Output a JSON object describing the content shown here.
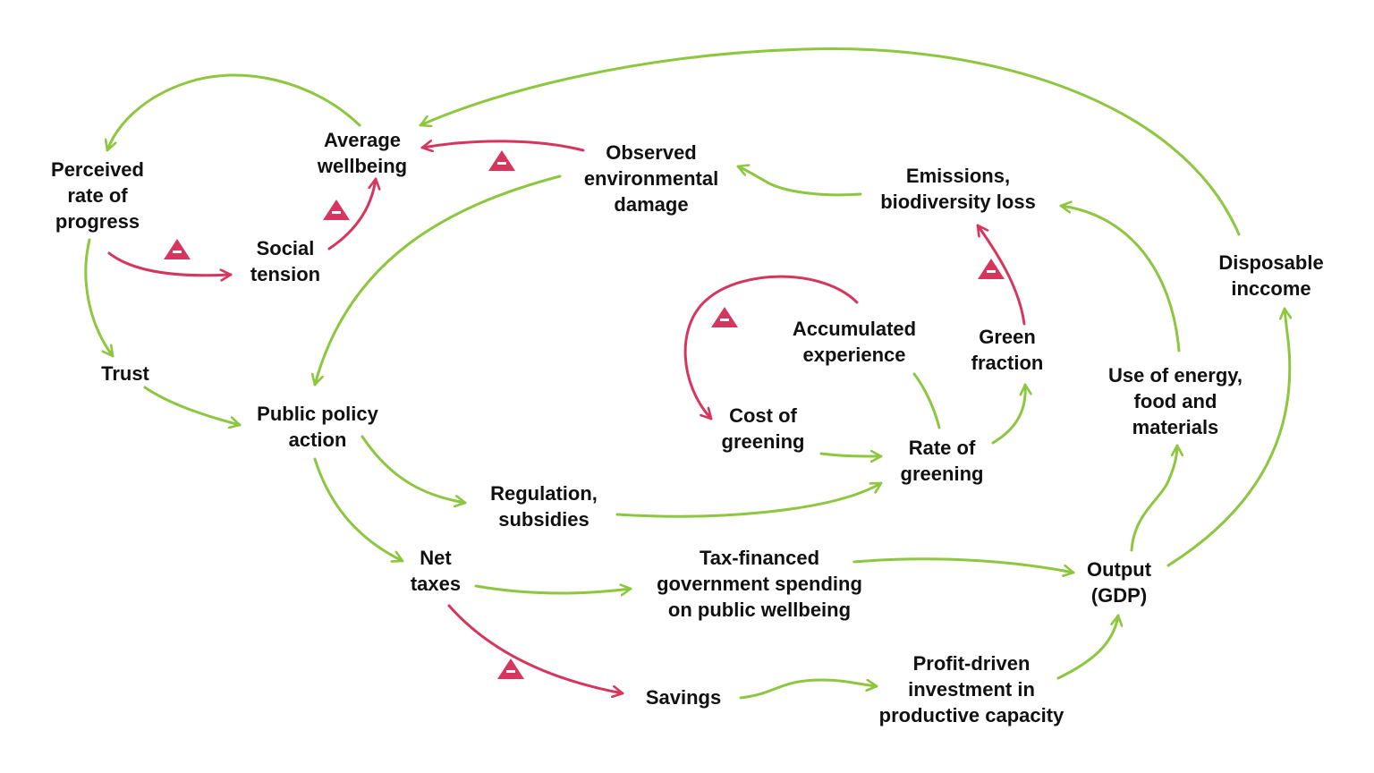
{
  "colors": {
    "positive_link": "#8dc63f",
    "negative_link": "#d6365e",
    "text": "#111111"
  },
  "nodes": {
    "perceived_progress": [
      "Perceived",
      "rate of",
      "progress"
    ],
    "average_wellbeing": [
      "Average",
      "wellbeing"
    ],
    "social_tension": [
      "Social",
      "tension"
    ],
    "observed_damage": [
      "Observed",
      "environmental",
      "damage"
    ],
    "emissions": [
      "Emissions,",
      "biodiversity loss"
    ],
    "disposable_income": [
      "Disposable",
      "inccome"
    ],
    "trust": [
      "Trust"
    ],
    "public_policy": [
      "Public policy",
      "action"
    ],
    "accumulated_experience": [
      "Accumulated",
      "experience"
    ],
    "green_fraction": [
      "Green",
      "fraction"
    ],
    "use_of_energy": [
      "Use of energy,",
      "food and",
      "materials"
    ],
    "cost_of_greening": [
      "Cost of",
      "greening"
    ],
    "rate_of_greening": [
      "Rate of",
      "greening"
    ],
    "regulation": [
      "Regulation,",
      "subsidies"
    ],
    "net_taxes": [
      "Net",
      "taxes"
    ],
    "tax_financed": [
      "Tax-financed",
      "government spending",
      "on public wellbeing"
    ],
    "output": [
      "Output",
      "(GDP)"
    ],
    "savings": [
      "Savings"
    ],
    "investment": [
      "Profit-driven",
      "investment in",
      "productive capacity"
    ]
  },
  "negative_marker_symbol": "−",
  "links": [
    {
      "from": "average_wellbeing",
      "to": "perceived_progress",
      "polarity": "positive"
    },
    {
      "from": "perceived_progress",
      "to": "social_tension",
      "polarity": "negative"
    },
    {
      "from": "social_tension",
      "to": "average_wellbeing",
      "polarity": "negative"
    },
    {
      "from": "observed_damage",
      "to": "average_wellbeing",
      "polarity": "negative"
    },
    {
      "from": "disposable_income",
      "to": "average_wellbeing",
      "polarity": "positive"
    },
    {
      "from": "emissions",
      "to": "observed_damage",
      "polarity": "positive"
    },
    {
      "from": "observed_damage",
      "to": "public_policy",
      "polarity": "positive"
    },
    {
      "from": "perceived_progress",
      "to": "trust",
      "polarity": "positive"
    },
    {
      "from": "trust",
      "to": "public_policy",
      "polarity": "positive"
    },
    {
      "from": "public_policy",
      "to": "regulation",
      "polarity": "positive"
    },
    {
      "from": "regulation",
      "to": "rate_of_greening",
      "polarity": "positive"
    },
    {
      "from": "public_policy",
      "to": "net_taxes",
      "polarity": "positive"
    },
    {
      "from": "accumulated_experience",
      "to": "cost_of_greening",
      "polarity": "negative"
    },
    {
      "from": "cost_of_greening",
      "to": "rate_of_greening",
      "polarity": "positive"
    },
    {
      "from": "rate_of_greening",
      "to": "accumulated_experience",
      "polarity": "positive"
    },
    {
      "from": "rate_of_greening",
      "to": "green_fraction",
      "polarity": "positive"
    },
    {
      "from": "green_fraction",
      "to": "emissions",
      "polarity": "negative"
    },
    {
      "from": "use_of_energy",
      "to": "emissions",
      "polarity": "positive"
    },
    {
      "from": "output",
      "to": "use_of_energy",
      "polarity": "positive"
    },
    {
      "from": "output",
      "to": "disposable_income",
      "polarity": "positive"
    },
    {
      "from": "net_taxes",
      "to": "tax_financed",
      "polarity": "positive"
    },
    {
      "from": "tax_financed",
      "to": "output",
      "polarity": "positive"
    },
    {
      "from": "net_taxes",
      "to": "savings",
      "polarity": "negative"
    },
    {
      "from": "savings",
      "to": "investment",
      "polarity": "positive"
    },
    {
      "from": "investment",
      "to": "output",
      "polarity": "positive"
    }
  ]
}
